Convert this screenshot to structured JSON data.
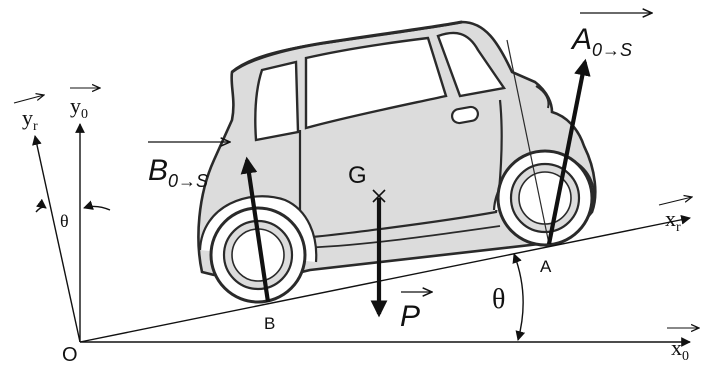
{
  "labels": {
    "origin": "O",
    "x0": "x",
    "x0_sub": "0",
    "y0": "y",
    "y0_sub": "0",
    "xr": "x",
    "xr_sub": "r",
    "yr": "y",
    "yr_sub": "r",
    "theta_axes": "θ",
    "theta_slope": "θ",
    "point_a": "A",
    "point_b": "B",
    "point_g": "G",
    "force_a": "A",
    "force_a_sub": "0→S",
    "force_b": "B",
    "force_b_sub": "0→S",
    "weight": "P"
  },
  "colors": {
    "ink": "#111111",
    "car_fill": "#dcdcdc",
    "car_line": "#2a2a2a",
    "background": "#ffffff"
  }
}
